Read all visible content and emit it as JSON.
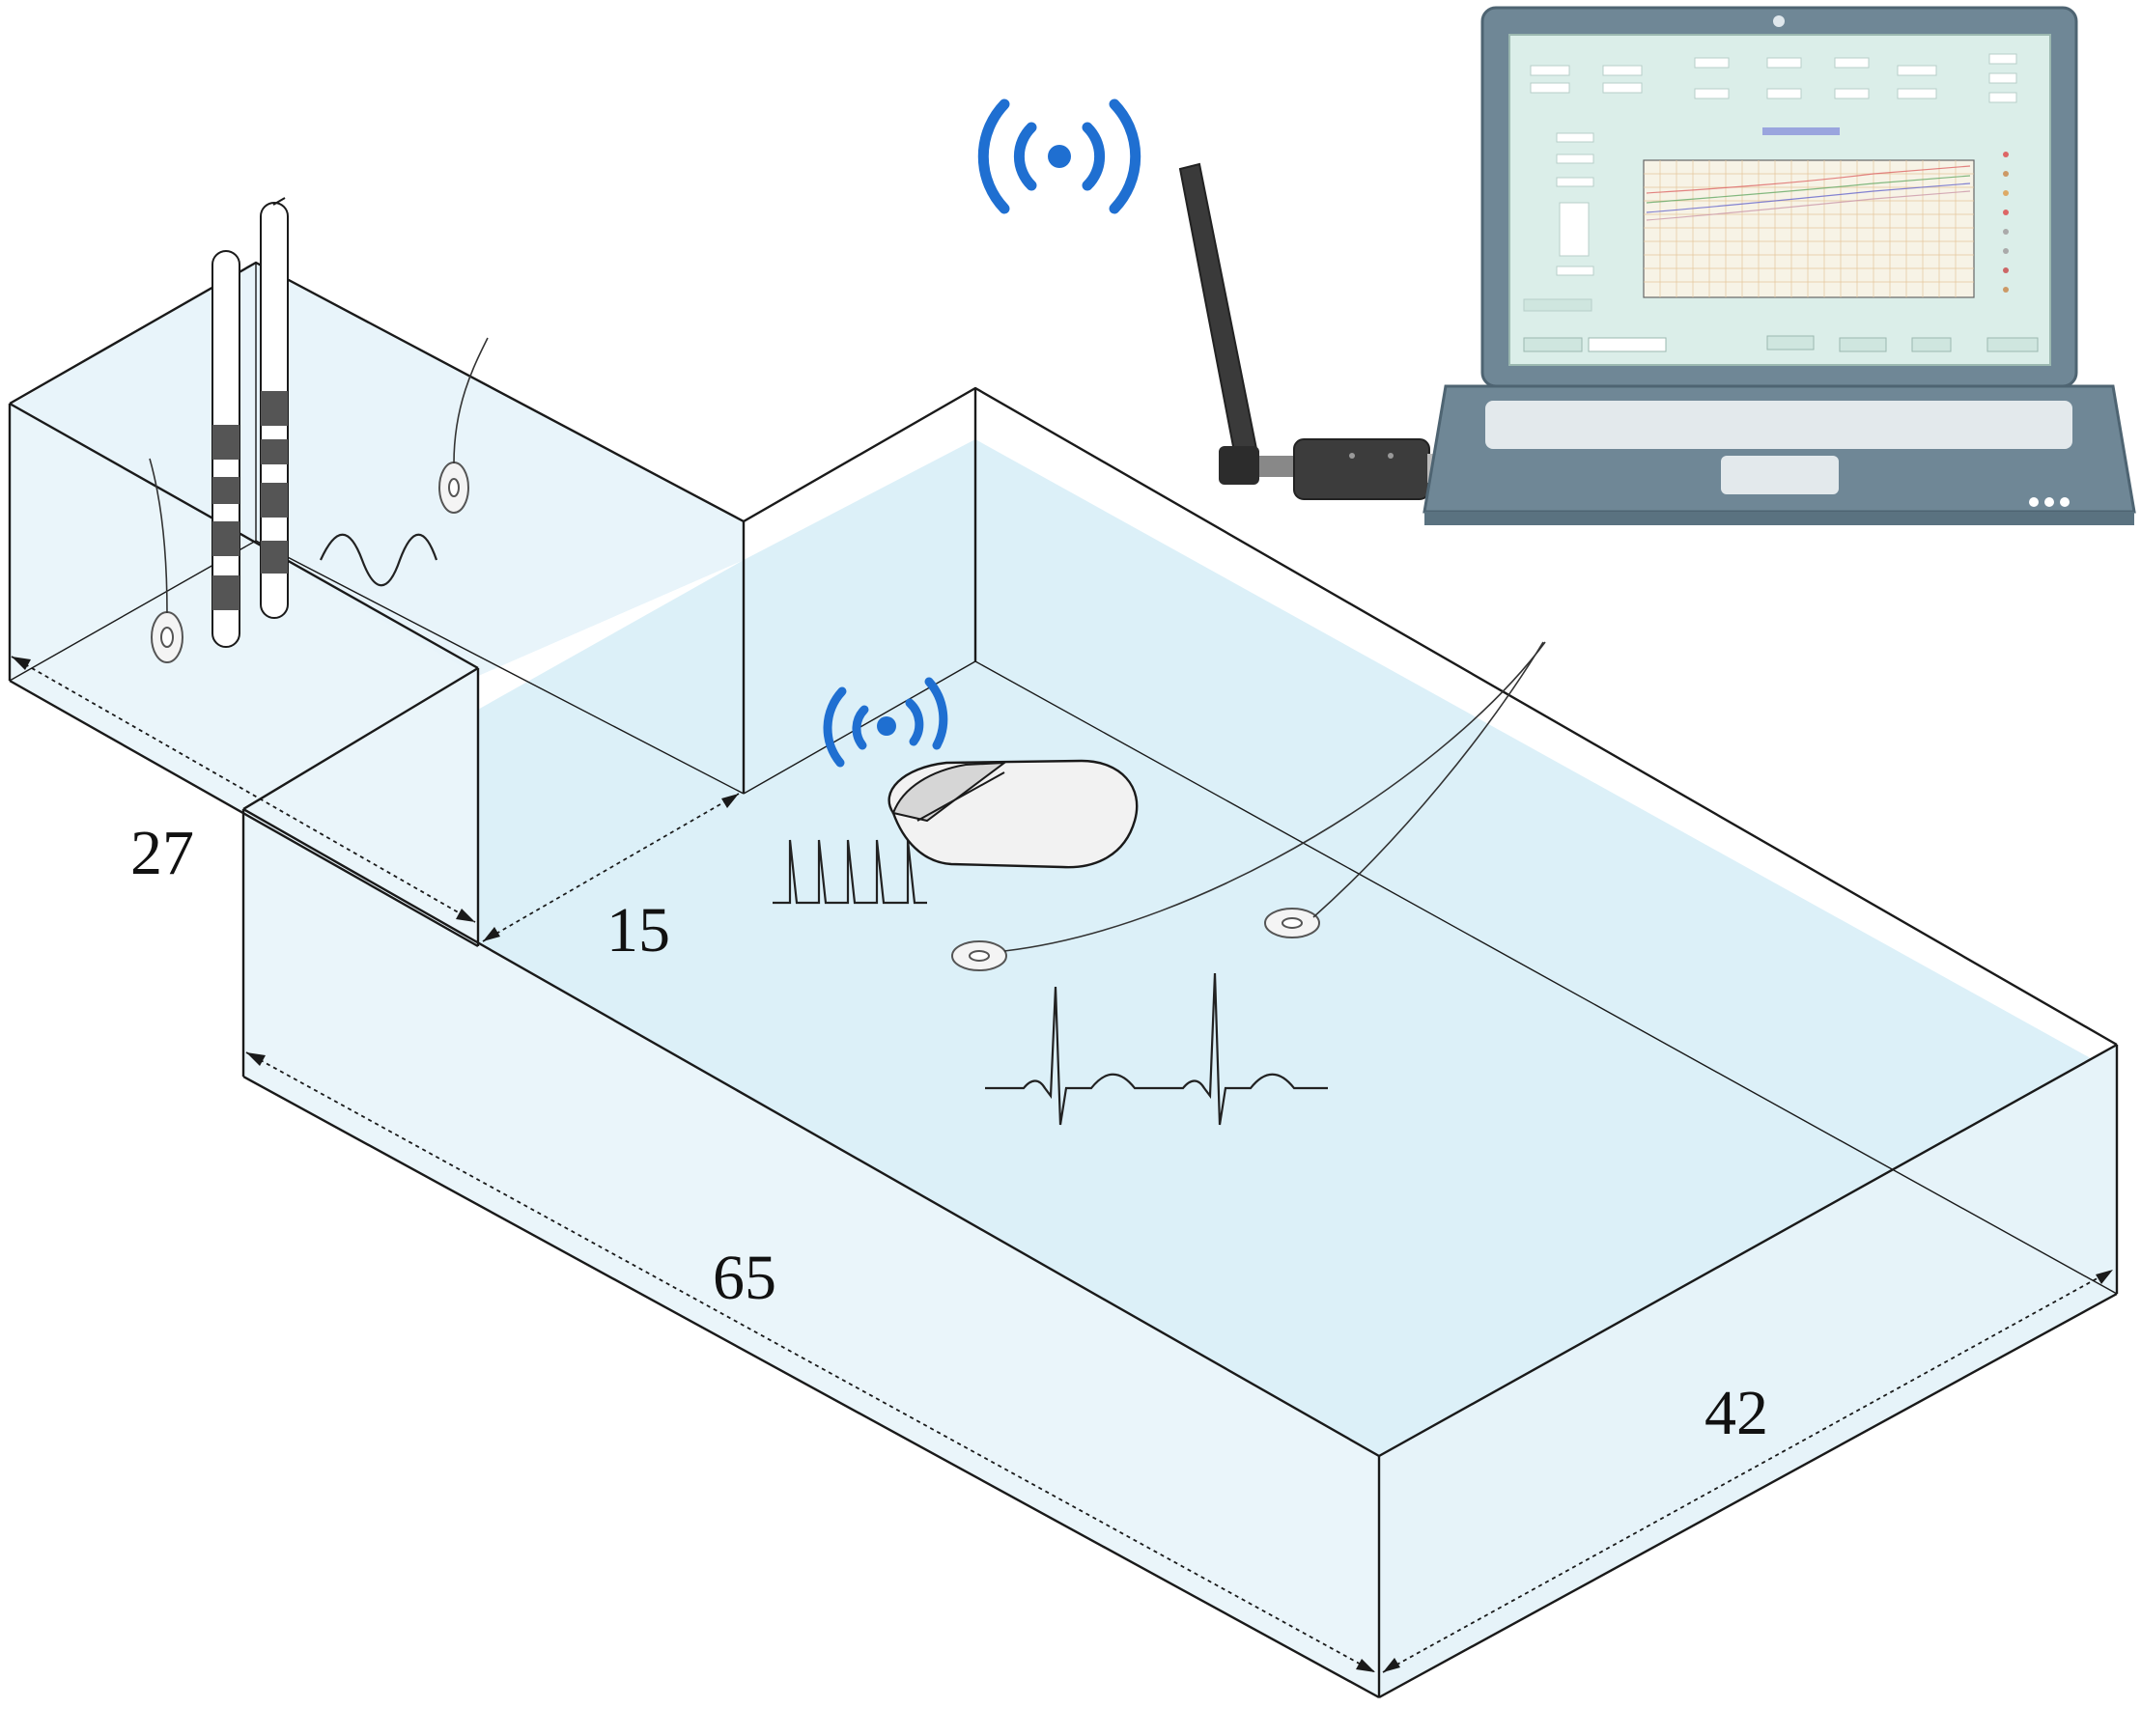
{
  "dimensions": {
    "left_depth": "27",
    "step_width": "15",
    "length": "65",
    "width": "42"
  },
  "colors": {
    "water": "#dcf0f8",
    "water_edge": "#bfe2f1",
    "wireless_blue": "#1f6fd1",
    "laptop_body": "#6f8796",
    "screen_bg": "#dbeee9",
    "antenna": "#3a3a3a",
    "line": "#1a1a1a"
  },
  "icons": {
    "wireless": "wireless-signal-icon",
    "antenna": "usb-antenna-icon",
    "laptop": "laptop-icon",
    "pacemaker": "implant-device-icon",
    "lead": "pacing-lead-icon",
    "electrode": "electrode-disc-icon"
  },
  "waveforms": {
    "sine": "sine-wave",
    "pulses": "pulse-train",
    "ecg": "ecg-trace"
  }
}
